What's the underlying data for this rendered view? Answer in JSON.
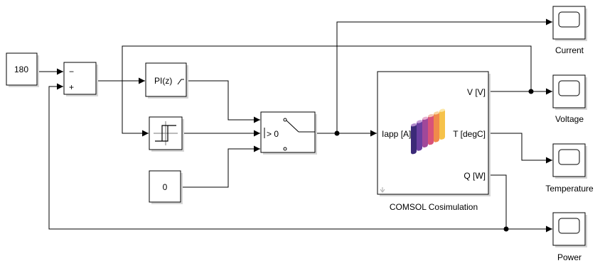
{
  "blocks": {
    "constant_180": {
      "value": "180"
    },
    "constant_0": {
      "value": "0"
    },
    "sum": {
      "sign_top": "−",
      "sign_bottom": "+"
    },
    "pi_controller": {
      "label": "PI(z)"
    },
    "switch": {
      "threshold": "> 0"
    },
    "cosim": {
      "name": "COMSOL Cosimulation",
      "ports": {
        "in": "Iapp [A]",
        "out_v": "V [V]",
        "out_t": "T [degC]",
        "out_q": "Q [W]"
      }
    },
    "scopes": {
      "current": "Current",
      "voltage": "Voltage",
      "temperature": "Temperature",
      "power": "Power"
    }
  },
  "colors": {
    "line": "#000000",
    "block_fill": "#ffffff",
    "shadow": "#d6d6d6",
    "battery": [
      "#3b2a78",
      "#6a3fa0",
      "#a0489a",
      "#d8527a",
      "#f08a4b",
      "#f6c24a"
    ]
  },
  "icons": {
    "cosim": "battery-pack-icon",
    "relay": "hysteresis-icon",
    "saturation": "saturation-icon",
    "scope": "scope-screen-icon"
  }
}
